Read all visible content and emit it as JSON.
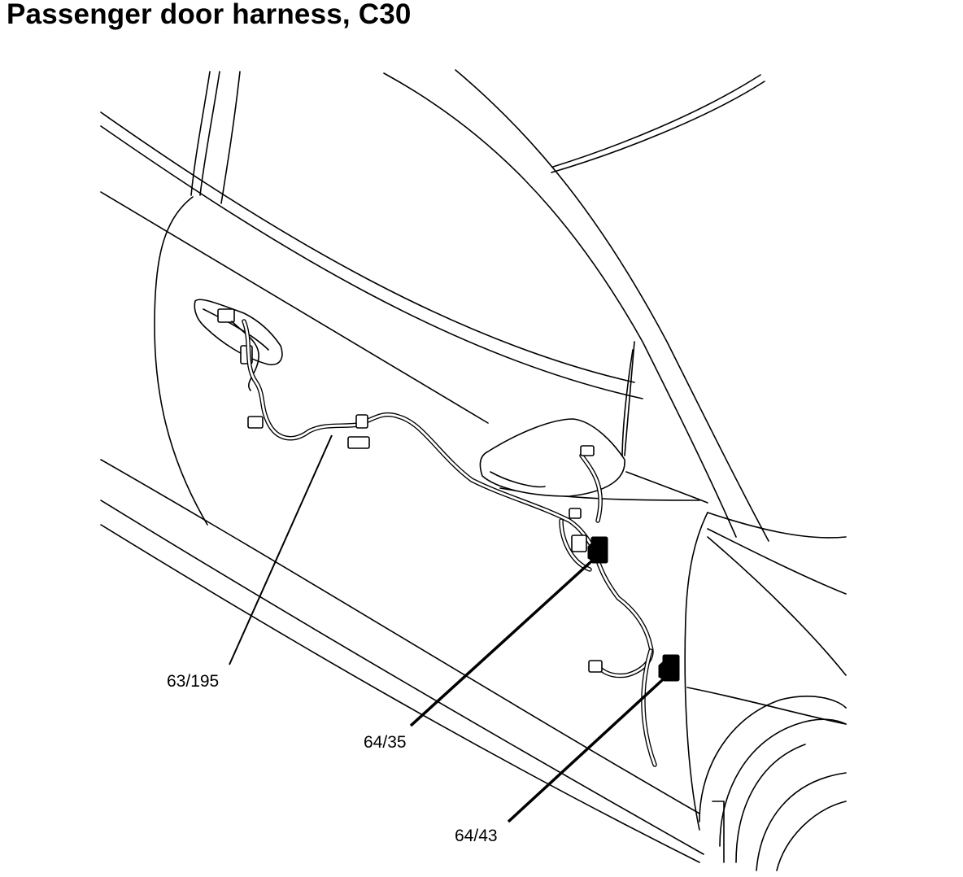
{
  "title": "Passenger door harness, C30",
  "callouts": [
    {
      "id": "63-195",
      "label": "63/195"
    },
    {
      "id": "64-35",
      "label": "64/35"
    },
    {
      "id": "64-43",
      "label": "64/43"
    }
  ]
}
